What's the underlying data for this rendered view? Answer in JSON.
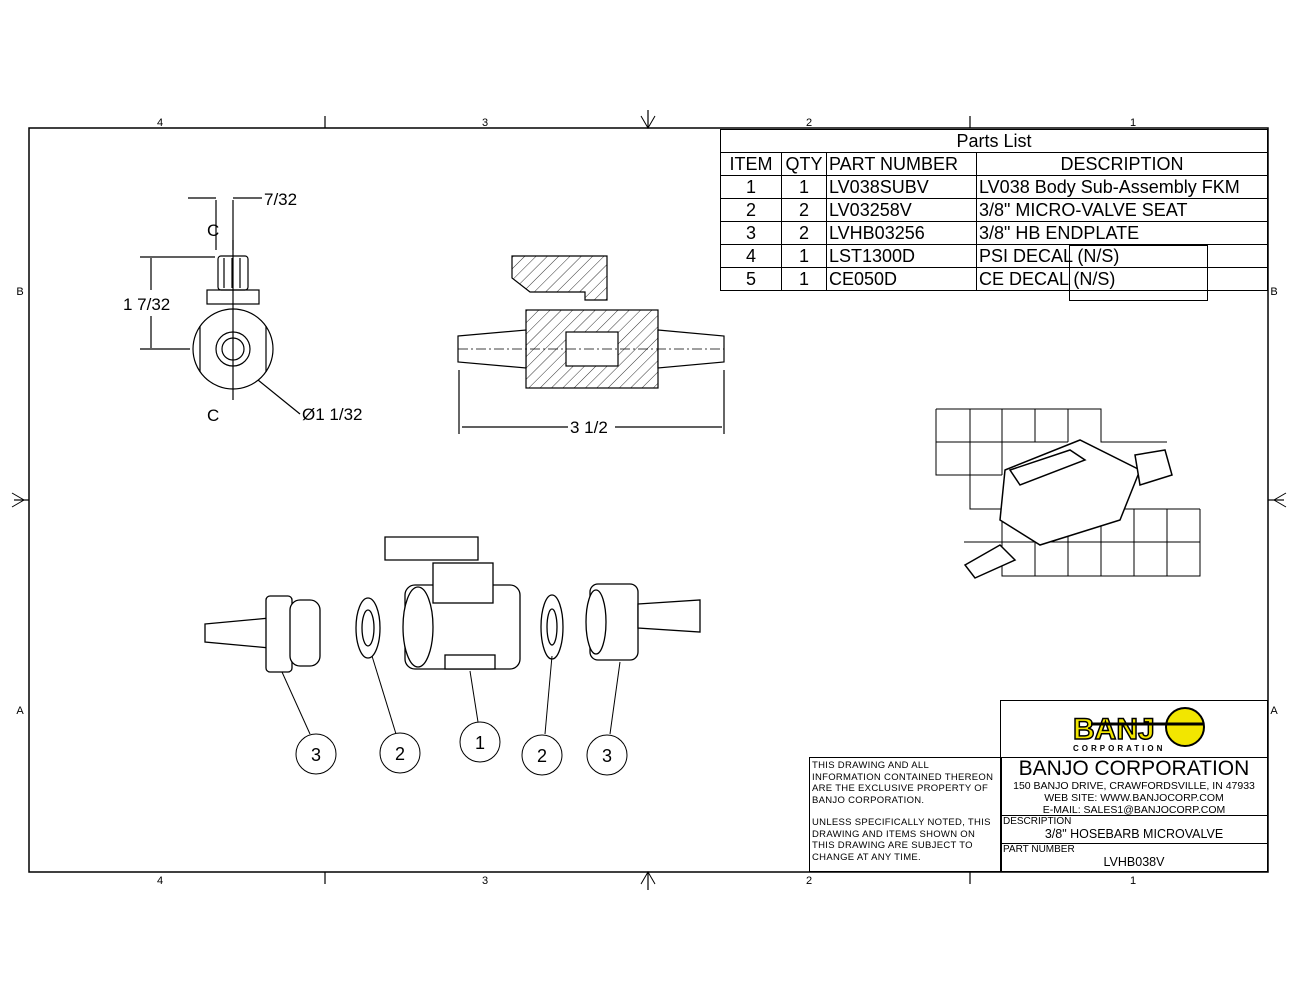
{
  "zones": {
    "columns": [
      "4",
      "3",
      "2",
      "1"
    ],
    "rows": [
      "B",
      "A"
    ]
  },
  "parts_list": {
    "title": "Parts List",
    "headers": [
      "ITEM",
      "QTY",
      "PART NUMBER",
      "DESCRIPTION"
    ],
    "rows": [
      [
        "1",
        "1",
        "LV038SUBV",
        "LV038 Body Sub-Assembly FKM"
      ],
      [
        "2",
        "2",
        "LV03258V",
        "3/8\" MICRO-VALVE SEAT"
      ],
      [
        "3",
        "2",
        "LVHB03256",
        "3/8\" HB ENDPLATE"
      ],
      [
        "4",
        "1",
        "LST1300D",
        "PSI DECAL (N/S)"
      ],
      [
        "5",
        "1",
        "CE050D",
        "CE DECAL (N/S)"
      ]
    ]
  },
  "dimensions": {
    "top_width": "7/32",
    "section_mark": "C",
    "height": "1 7/32",
    "diameter": "Ø1 1/32",
    "length": "3 1/2"
  },
  "balloons": [
    "3",
    "2",
    "1",
    "2",
    "3"
  ],
  "title_block": {
    "logo_text": "BANJO",
    "logo_sub": "CORPORATION",
    "notice1": "THIS DRAWING AND ALL INFORMATION CONTAINED THEREON ARE THE EXCLUSIVE PROPERTY OF BANJO CORPORATION.",
    "notice2": "UNLESS SPECIFICALLY NOTED, THIS DRAWING AND ITEMS SHOWN ON THIS DRAWING ARE SUBJECT TO CHANGE AT ANY TIME.",
    "company": "BANJO CORPORATION",
    "address": "150 BANJO DRIVE, CRAWFORDSVILLE, IN 47933",
    "web": "WEB SITE: WWW.BANJOCORP.COM",
    "email": "E-MAIL: SALES1@BANJOCORP.COM",
    "description_label": "DESCRIPTION",
    "description": "3/8\" HOSEBARB MICROVALVE",
    "part_number_label": "PART NUMBER",
    "part_number": "LVHB038V"
  },
  "colors": {
    "logo_yellow": "#f2e600"
  }
}
